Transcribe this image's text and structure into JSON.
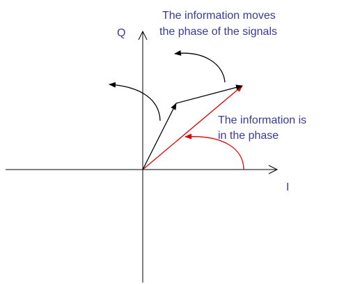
{
  "axes": {
    "q_label": "Q",
    "i_label": "I"
  },
  "annotations": {
    "top_line1": "The information moves",
    "top_line2": "the phase of the signals",
    "right_line1": "The information is",
    "right_line2": "in the phase"
  },
  "colors": {
    "axis": "#000000",
    "label_text": "#3a3a9a",
    "phase_vector": "#e00000",
    "component_vectors": "#000000"
  }
}
